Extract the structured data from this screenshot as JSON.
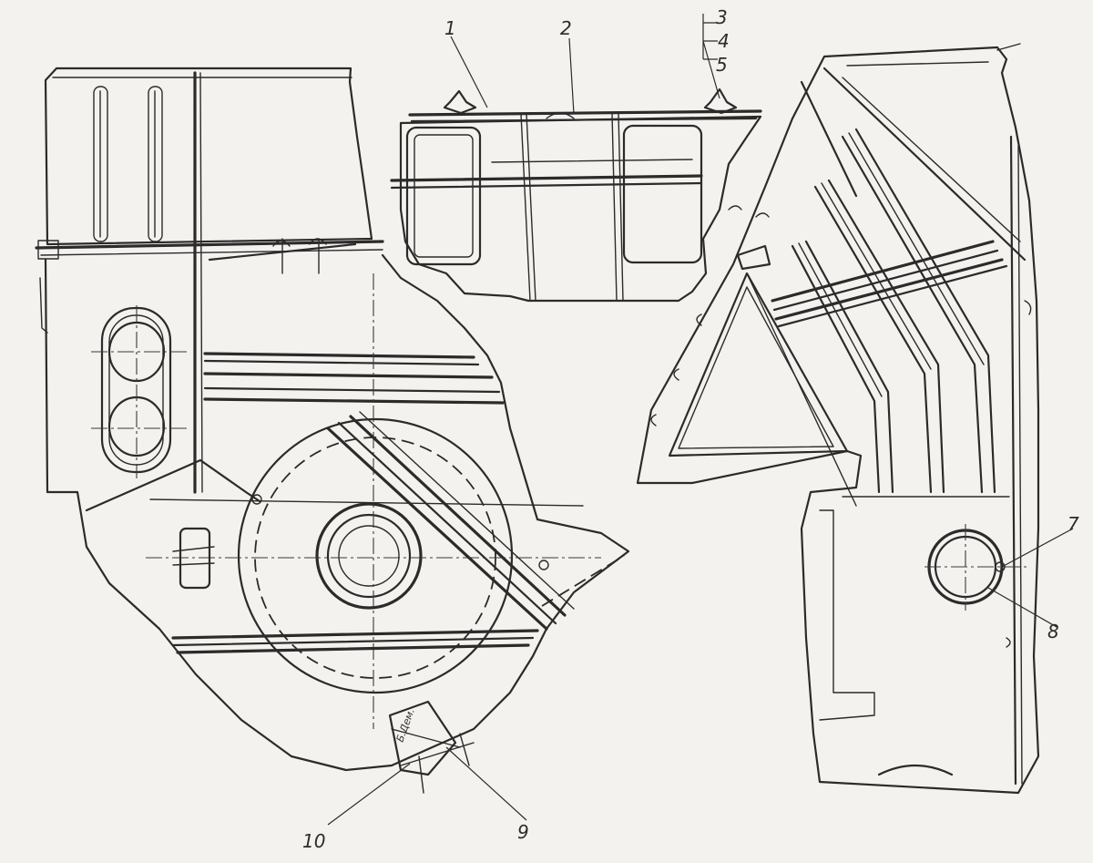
{
  "callouts": [
    {
      "id": "c1",
      "label": "1"
    },
    {
      "id": "c2",
      "label": "2"
    },
    {
      "id": "c3",
      "label": "3"
    },
    {
      "id": "c4",
      "label": "4"
    },
    {
      "id": "c5",
      "label": "5"
    },
    {
      "id": "c7",
      "label": "7"
    },
    {
      "id": "c8",
      "label": "8"
    },
    {
      "id": "c9",
      "label": "9"
    },
    {
      "id": "c10",
      "label": "10"
    }
  ],
  "bracket_note": "Б.Дем."
}
